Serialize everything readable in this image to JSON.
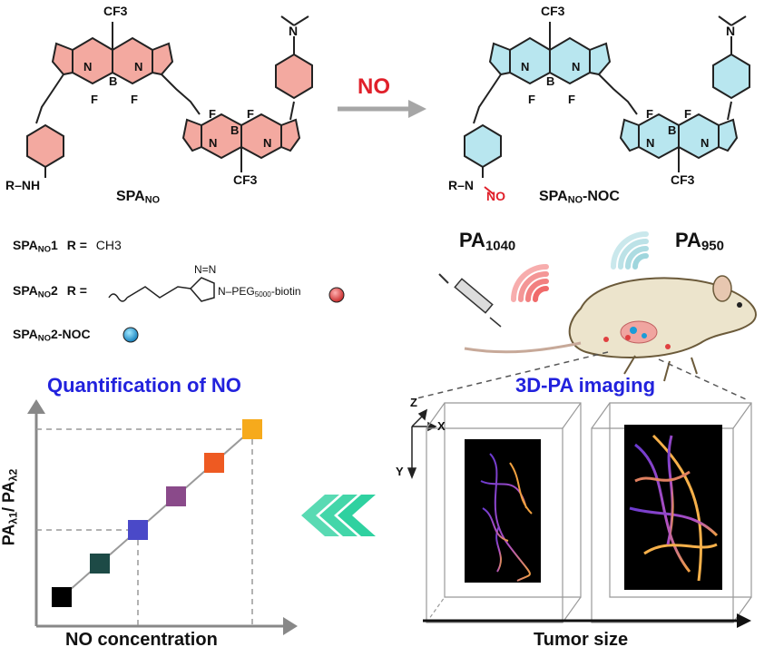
{
  "top": {
    "reaction_label": "NO",
    "left_molecule": {
      "cf3_top": "CF3",
      "cf3_bottom": "CF3",
      "n_dimethyl": "N",
      "r_nh": "R–NH",
      "name_main": "SPA",
      "name_sub": "NO",
      "atom_labels": [
        "N",
        "B",
        "N",
        "F",
        "F",
        "F",
        "F",
        "B",
        "N",
        "N"
      ]
    },
    "right_molecule": {
      "cf3_top": "CF3",
      "cf3_bottom": "CF3",
      "n_dimethyl": "N",
      "r_n": "R–N",
      "no_group": "NO",
      "name_main": "SPA",
      "name_sub": "NO",
      "name_suffix": "-NOC",
      "atom_labels": [
        "N",
        "B",
        "N",
        "F",
        "F",
        "F",
        "F",
        "B",
        "N",
        "N"
      ]
    }
  },
  "definitions": [
    {
      "main": "SPA",
      "sub": "NO",
      "suffix": "1",
      "r_label": "R =",
      "value": "CH3"
    },
    {
      "main": "SPA",
      "sub": "NO",
      "suffix": "2",
      "r_label": "R =",
      "value": "–PEG5000-biotin"
    },
    {
      "main": "SPA",
      "sub": "NO",
      "suffix": "2-NOC",
      "r_label": "",
      "value": ""
    }
  ],
  "definition_extra": {
    "triazole_n": "N=N",
    "pegsub": "5000",
    "peg_pre": "N–PEG",
    "peg_post": "-biotin"
  },
  "pa_labels": {
    "left_main": "PA",
    "left_sub": "1040",
    "right_main": "PA",
    "right_sub": "950"
  },
  "quantification": {
    "title": "Quantification of NO",
    "ylabel_main": "PA",
    "ylabel_sub1": "λ1",
    "ylabel_sep": "/ PA",
    "ylabel_sub2": "λ2",
    "xlabel": "NO concentration",
    "points": [
      {
        "x": 1,
        "y": 1,
        "color": "#000000"
      },
      {
        "x": 2,
        "y": 2,
        "color": "#1d4a46"
      },
      {
        "x": 3,
        "y": 3,
        "color": "#4a49c8"
      },
      {
        "x": 4,
        "y": 4,
        "color": "#8a4a8a"
      },
      {
        "x": 5,
        "y": 5,
        "color": "#ee5a22"
      },
      {
        "x": 6,
        "y": 6,
        "color": "#f6aa1c"
      }
    ]
  },
  "imaging": {
    "title": "3D-PA imaging",
    "axis_z": "Z",
    "axis_x": "X",
    "axis_y": "Y",
    "xlabel": "Tumor size"
  },
  "colors": {
    "red_shading": "#f3a9a0",
    "blue_shading": "#b8e6ef",
    "arrow_gray": "#a6a6a6",
    "chevron_green": "#2fd1a0",
    "title_blue": "#2222dd",
    "no_red": "#e0202a"
  }
}
